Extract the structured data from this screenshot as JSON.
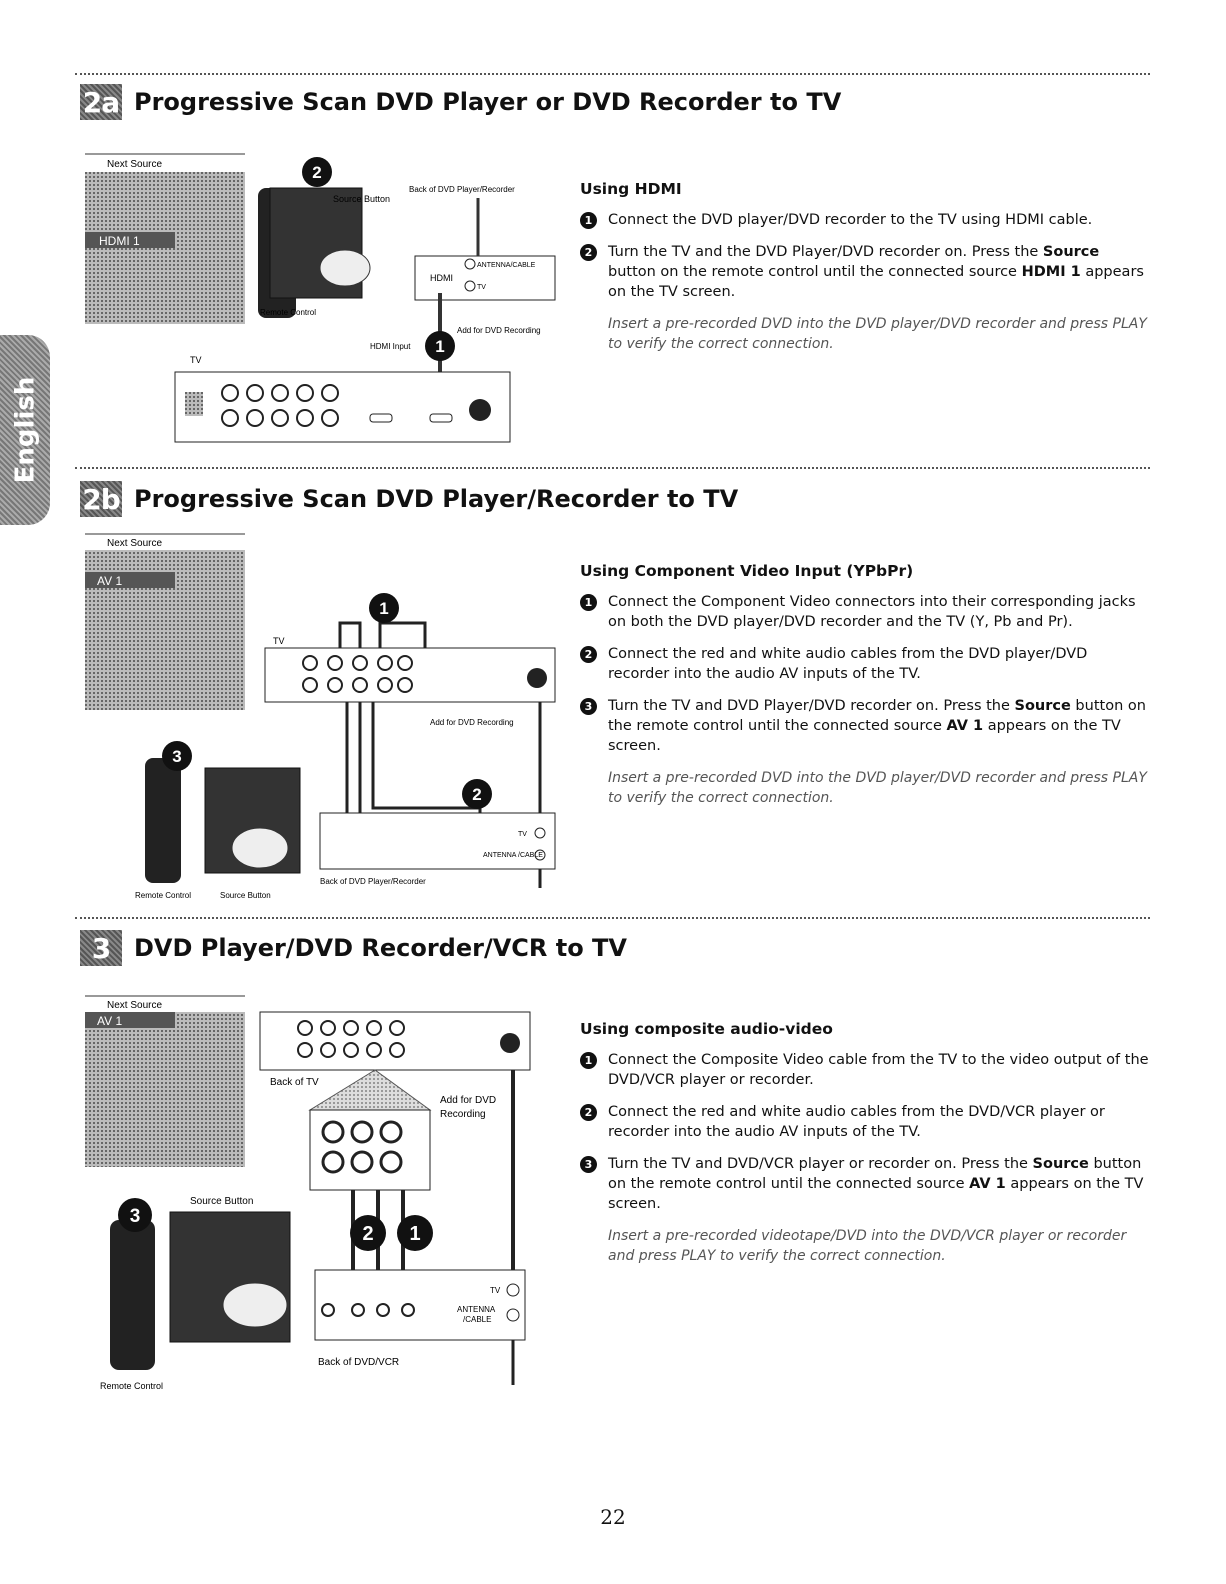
{
  "side_tab": {
    "label": "English"
  },
  "page_number": "22",
  "sections": [
    {
      "badge": "2a",
      "title": "Progressive Scan DVD Player or DVD Recorder to TV",
      "subtitle": "Using HDMI",
      "steps": [
        {
          "num": "1",
          "text": "Connect the DVD player/DVD recorder to the TV using HDMI cable."
        },
        {
          "num": "2",
          "pre": "Turn the TV and the DVD Player/DVD recorder on. Press the ",
          "bold1": "Source",
          "mid": " button on the remote control until the connected source ",
          "bold2": "HDMI 1",
          "post": " appears on the TV screen."
        }
      ],
      "note": "Insert a pre-recorded DVD into the DVD player/DVD recorder and press PLAY to verify the correct connection.",
      "diagram": {
        "menu_header": "Next Source",
        "menu_selected": "HDMI 1",
        "labels": {
          "source_button": "Source Button",
          "back_of": "Back of DVD Player/Recorder",
          "remote": "Remote Control",
          "hdmi": "HDMI",
          "antenna": "ANTENNA/CABLE",
          "tv_port": "TV",
          "hdmi_input": "HDMI Input",
          "add_for": "Add for DVD Recording",
          "tv": "TV"
        },
        "markers": [
          "2",
          "1"
        ]
      }
    },
    {
      "badge": "2b",
      "title": "Progressive Scan DVD Player/Recorder to TV",
      "subtitle": "Using Component Video Input (YPbPr)",
      "steps": [
        {
          "num": "1",
          "text": "Connect the Component Video connectors into their corresponding jacks on both the DVD player/DVD recorder and the TV (Y, Pb and Pr)."
        },
        {
          "num": "2",
          "text": "Connect the red and white audio cables from the DVD player/DVD recorder into the audio AV inputs of the TV."
        },
        {
          "num": "3",
          "pre": "Turn the TV and DVD Player/DVD recorder on. Press the ",
          "bold1": "Source",
          "mid": " button on the remote control until the connected source ",
          "bold2": "AV 1",
          "post": " appears on the TV screen."
        }
      ],
      "note": "Insert a pre-recorded DVD into the DVD player/DVD recorder and press PLAY to verify the correct connection.",
      "diagram": {
        "menu_header": "Next Source",
        "menu_selected": "AV 1",
        "labels": {
          "tv": "TV",
          "add_for": "Add for DVD Recording",
          "tv_port": "TV",
          "antenna": "ANTENNA /CABLE",
          "back_of": "Back of DVD Player/Recorder",
          "remote": "Remote Control",
          "source_button": "Source Button"
        },
        "markers": [
          "1",
          "2",
          "3"
        ]
      }
    },
    {
      "badge": "3",
      "title": "DVD Player/DVD Recorder/VCR to TV",
      "subtitle": "Using composite audio-video",
      "steps": [
        {
          "num": "1",
          "text": "Connect the Composite Video cable from the TV to the video output of the DVD/VCR player or recorder."
        },
        {
          "num": "2",
          "text": "Connect the red and white audio cables from the DVD/VCR player or recorder into the audio AV inputs of the TV."
        },
        {
          "num": "3",
          "pre": "Turn the TV and DVD/VCR player or recorder on. Press the ",
          "bold1": "Source",
          "mid": " button on the remote control until the connected source ",
          "bold2": "AV 1",
          "post": " appears on the TV screen."
        }
      ],
      "note": "Insert a pre-recorded videotape/DVD into the DVD/VCR player or recorder and press PLAY to verify the correct connection.",
      "diagram": {
        "menu_header": "Next Source",
        "menu_selected": "AV 1",
        "labels": {
          "back_of_tv": "Back of TV",
          "add_for_1": "Add for DVD",
          "add_for_2": "Recording",
          "source_button": "Source Button",
          "tv_port": "TV",
          "antenna_1": "ANTENNA",
          "antenna_2": "/CABLE",
          "back_of": "Back of DVD/VCR",
          "remote": "Remote Control"
        },
        "markers": [
          "2",
          "1",
          "3"
        ]
      }
    }
  ]
}
